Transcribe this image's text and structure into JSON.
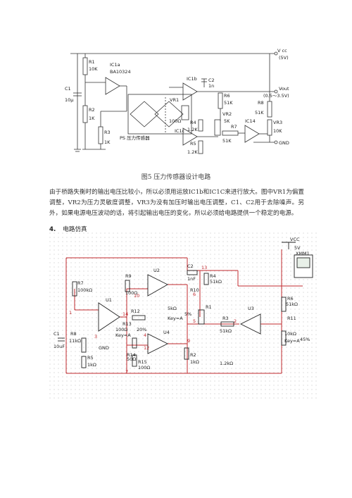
{
  "figure5": {
    "caption": "图5 压力传感器设计电路",
    "labels": {
      "vcc": "V cc",
      "vcc_val": "(5V)",
      "r1": "R1",
      "r1v": "10K",
      "ic1a": "IC1a",
      "ba": "BA10324",
      "c1": "C1",
      "c1v": "10μ",
      "r2": "R2",
      "r2v": "1K",
      "r3": "R3",
      "r3v": "1K",
      "ps": "PS 压力传感器",
      "ic1b": "IC1b",
      "c2": "C2",
      "c2v": "1n",
      "vr1": "VR1",
      "vr1v": "100Ω",
      "r4": "R4",
      "r4v": "1.2K",
      "ic1c": "IC1c",
      "r5": "R5",
      "r5v": "1.2K",
      "r6": "R6",
      "r6v": "51K",
      "vr2": "VR2",
      "vr2v": "5K",
      "r7": "R7",
      "r7v": "51K",
      "ic14": "IC14",
      "r8": "R8",
      "r8v": "51K",
      "vr3": "VR3",
      "vr3v": "10K",
      "vout": "Vout",
      "vout_range": "(0.5～3.5V)",
      "gnd": "GND"
    }
  },
  "paragraph": "由于桥路失衡时的输出电压比较小，所以必须用运放IC1b和IC1C来进行放大。图中VR1为偏置调整，VR2为压力灵敏度调整，VR3为没有加压时输出电压调整，C1、C2用于去除噪声。另外，如果电源电压波动的话，将引起输出电压的变化，所以必须给电路提供一个稳定的电源。",
  "section": {
    "number": "4.",
    "title": "电路仿真"
  },
  "simulation": {
    "labels": {
      "vcc": "VCC",
      "v5": "5V",
      "xmm": "XMM1",
      "r7": "R7",
      "r7v": "100kΩ",
      "r8": "R8",
      "r8v": "11kΩ",
      "r5": "R5",
      "r5v": "1kΩ",
      "c1": "C1",
      "c1v": "10uF",
      "u1": "U1",
      "gnd": "GND",
      "u2": "U2",
      "u3": "U3",
      "u4": "U4",
      "r9": "R9",
      "r9v": "100Ω",
      "r12": "R12",
      "r13": "R13",
      "r13v": "100Ω",
      "pct20": "20%",
      "keya": "Key=A",
      "r14": "R14",
      "r14v": "50Ω",
      "r15": "R15",
      "r15v": "100Ω",
      "c2": "C2",
      "c2v": "1nF",
      "r4": "R4",
      "r4v": "51kΩ",
      "r10": "R10",
      "r1": "R1",
      "r1v": "5kΩ",
      "pct5": "5%",
      "keya2": "Key=A",
      "r2": "R2",
      "r2v": "1kΩ",
      "k12": "1.2kΩ",
      "r3": "R3",
      "r3v": "51kΩ",
      "r6": "R6",
      "r6v": "51kΩ",
      "r11": "R11",
      "r11v": "10kΩ",
      "pct45": "45%",
      "keya3": "Key=A",
      "n1": "1",
      "n2": "2",
      "n3": "3",
      "n4": "4",
      "n5": "5",
      "n6": "6",
      "n7": "7",
      "n9": "9",
      "n10": "10",
      "n12": "12",
      "n13": "13",
      "n14": "14"
    }
  }
}
